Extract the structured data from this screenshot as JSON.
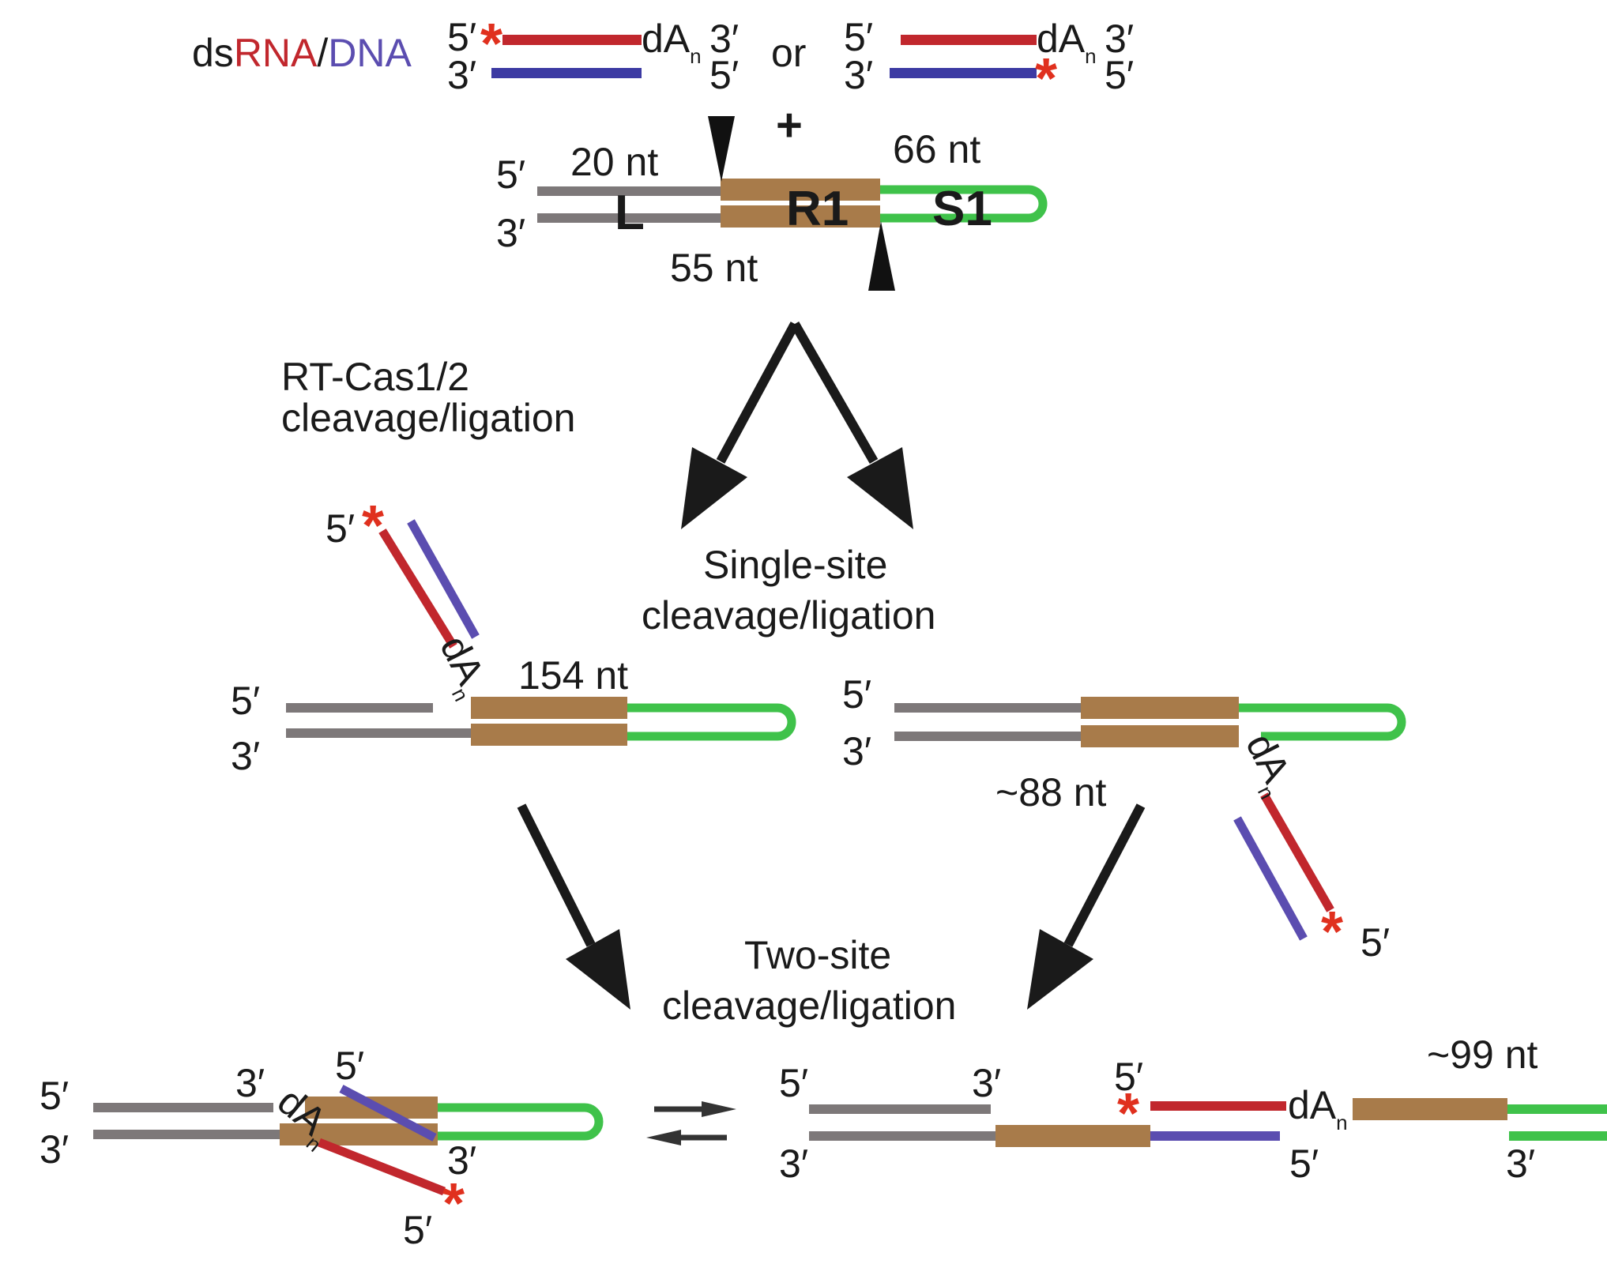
{
  "colors": {
    "rna": "#c1272d",
    "dna": "#5b4db0",
    "grey": "#7d7879",
    "brown": "#a87b4a",
    "green": "#3fc24a",
    "star": "#e0301e",
    "arrow": "#1a1a1a",
    "text": "#1a1a1a"
  },
  "legend": {
    "ds": "ds",
    "rna": "RNA",
    "slash": "/",
    "dna": "DNA",
    "or": "or",
    "plus": "+"
  },
  "ends": {
    "five": "5′",
    "three": "3′"
  },
  "star_glyph": "*",
  "dA": {
    "base": "dA",
    "sub": "n"
  },
  "substrate": {
    "len_L": "20 nt",
    "len_S1": "66 nt",
    "len_bottom": "55 nt",
    "region_L": "L",
    "region_R1": "R1",
    "region_S1": "S1"
  },
  "steps": {
    "rt_line1": "RT-Cas1/2",
    "rt_line2": "cleavage/ligation",
    "single_line1": "Single-site",
    "single_line2": "cleavage/ligation",
    "two_line1": "Two-site",
    "two_line2": "cleavage/ligation"
  },
  "products": {
    "p154": "154 nt",
    "p88": "~88 nt",
    "p99": "~99 nt"
  }
}
